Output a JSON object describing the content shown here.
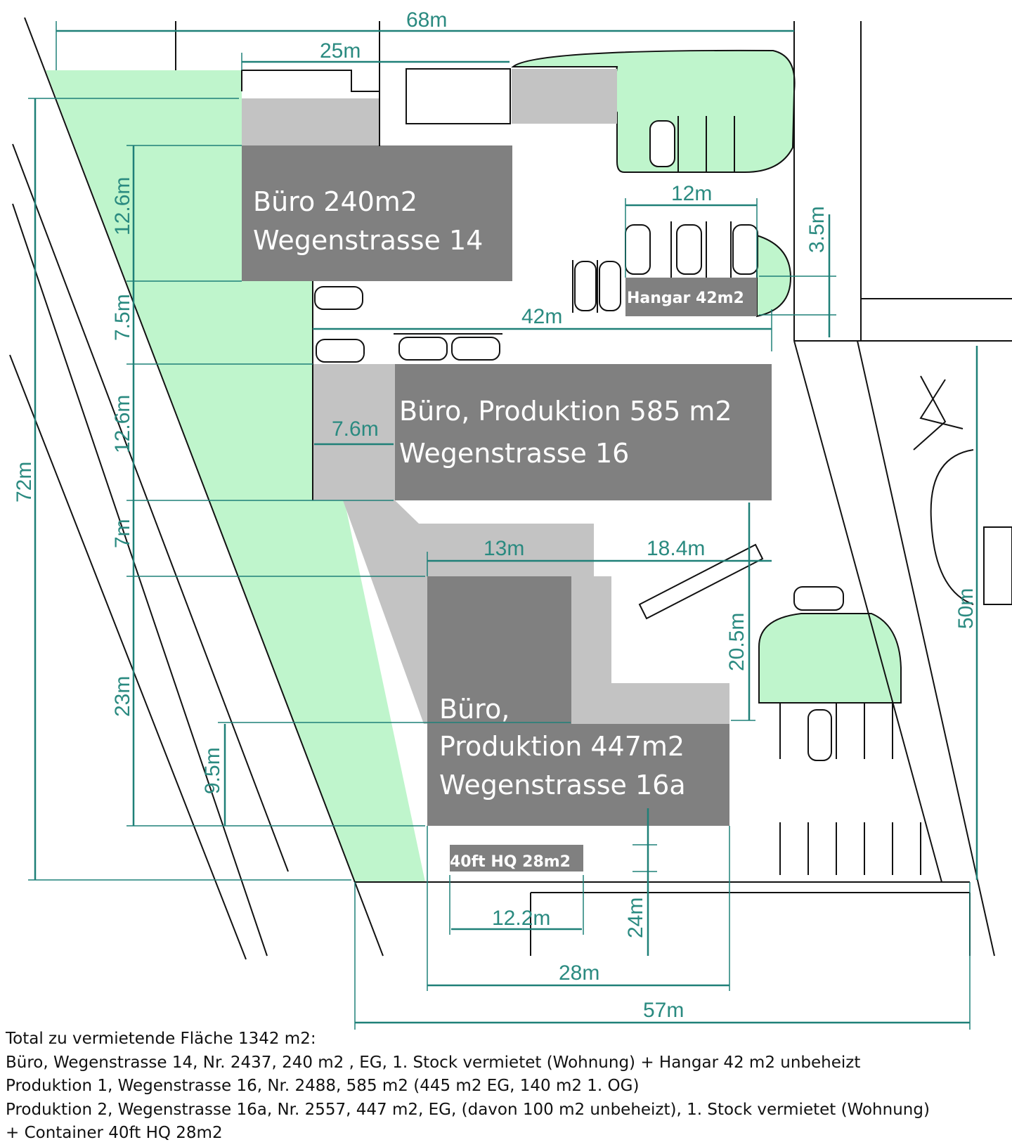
{
  "buildings": {
    "b14_line1": "Büro 240m2",
    "b14_line2": "Wegenstrasse 14",
    "b16_line1": "Büro, Produktion 585 m2",
    "b16_line2": "Wegenstrasse 16",
    "b16a_line1": "Büro,",
    "b16a_line2": "Produktion 447m2",
    "b16a_line3": "Wegenstrasse 16a",
    "hangar": "Hangar 42m2",
    "container": "40ft HQ 28m2"
  },
  "dimensions": {
    "d68": "68m",
    "d25": "25m",
    "d12_6a": "12.6m",
    "d7_5": "7.5m",
    "d12_6b": "12.6m",
    "d7": "7m",
    "d23": "23m",
    "d9_5": "9.5m",
    "d72": "72m",
    "d42": "42m",
    "d12": "12m",
    "d3_5": "3.5m",
    "d7_6": "7.6m",
    "d13": "13m",
    "d18_4": "18.4m",
    "d20_5": "20.5m",
    "d50": "50m",
    "d12_2": "12.2m",
    "d24": "24m",
    "d28": "28m",
    "d57": "57m"
  },
  "legend": [
    "Total zu vermietende Fläche 1342 m2:",
    "Büro, Wegenstrasse 14, Nr. 2437, 240 m2 , EG, 1. Stock vermietet (Wohnung) + Hangar 42 m2 unbeheizt",
    "Produktion 1, Wegenstrasse 16, Nr. 2488, 585 m2 (445 m2 EG, 140 m2 1. OG)",
    "Produktion 2, Wegenstrasse 16a, Nr. 2557, 447 m2, EG, (davon 100 m2 unbeheizt), 1. Stock vermietet (Wohnung)",
    "+ Container 40ft HQ 28m2"
  ],
  "colors": {
    "green": "#bff5cc",
    "dark_gray": "#808080",
    "light_gray": "#c3c3c3",
    "dim": "#1f8078"
  }
}
